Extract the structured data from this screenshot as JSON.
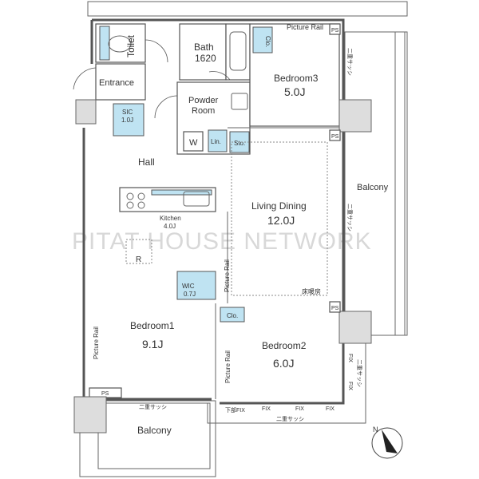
{
  "watermark": "PITAT HOUSE NETWORK",
  "rooms": {
    "toilet": "Toilet",
    "entrance": "Entrance",
    "sic": "SIC",
    "sic_size": "1.0J",
    "bath": "Bath",
    "bath_size": "1620",
    "powder": "Powder",
    "powder2": "Room",
    "washer": "W",
    "linen": "Lin.",
    "storage": "Sto.",
    "bedroom3": "Bedroom3",
    "bedroom3_size": "5.0J",
    "hall": "Hall",
    "kitchen": "Kitchen",
    "kitchen_size": "4.0J",
    "fridge": "R",
    "wic": "WIC",
    "wic_size": "0.7J",
    "living": "Living Dining",
    "living_size": "12.0J",
    "floor_heating": "床暖房",
    "balcony_right": "Balcony",
    "bedroom1": "Bedroom1",
    "bedroom1_size": "9.1J",
    "bedroom2": "Bedroom2",
    "bedroom2_size": "6.0J",
    "balcony_bottom": "Balcony"
  },
  "labels": {
    "picture_rail": "Picture Rail",
    "closet": "Clo.",
    "ps": "PS",
    "double_sash": "二重サッシ",
    "fix": "FIX",
    "lower_fix": "下部FIX",
    "north": "N"
  }
}
